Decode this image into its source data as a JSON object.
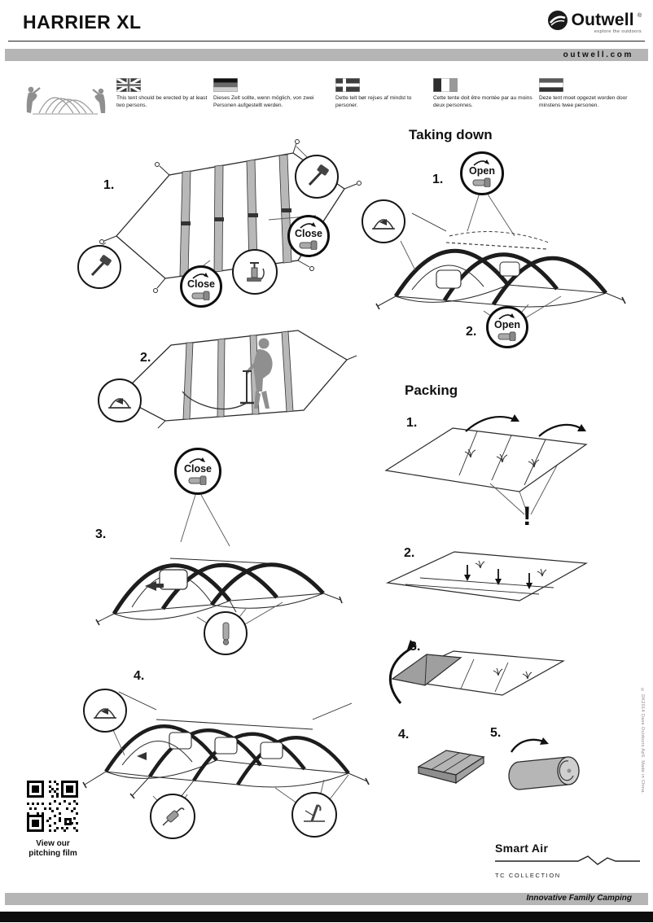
{
  "header": {
    "title": "HARRIER XL",
    "brand": "Outwell",
    "registered_mark": "®",
    "tagline": "explore the outdoors",
    "website": "outwell.com"
  },
  "notices": {
    "en": "This tent should be erected by at least two persons.",
    "de": "Dieses Zelt sollte, wenn möglich, von zwei Personen aufgestellt werden.",
    "da": "Dette telt bør rejses af mindst to personer.",
    "fr": "Cette tente doit être montée par au moins deux personnes.",
    "nl": "Deze tent moet opgezet worden door minstens twee personen."
  },
  "pitching": {
    "step1": "1.",
    "step2": "2.",
    "step3": "3.",
    "step4": "4.",
    "close_label": "Close"
  },
  "taking_down": {
    "heading": "Taking down",
    "step1": "1.",
    "step2": "2.",
    "open_label": "Open"
  },
  "packing": {
    "heading": "Packing",
    "step1": "1.",
    "step2": "2.",
    "step3": "3.",
    "step4": "4.",
    "step5": "5.",
    "warning_mark": "!"
  },
  "qr": {
    "line1": "View our",
    "line2": "pitching film"
  },
  "branding": {
    "smart_air": "Smart Air",
    "collection": "TC COLLECTION"
  },
  "footer": {
    "tagline": "Innovative Family Camping"
  },
  "side_note": "© DK2014 Oase Outdoors ApS. Made in China."
}
